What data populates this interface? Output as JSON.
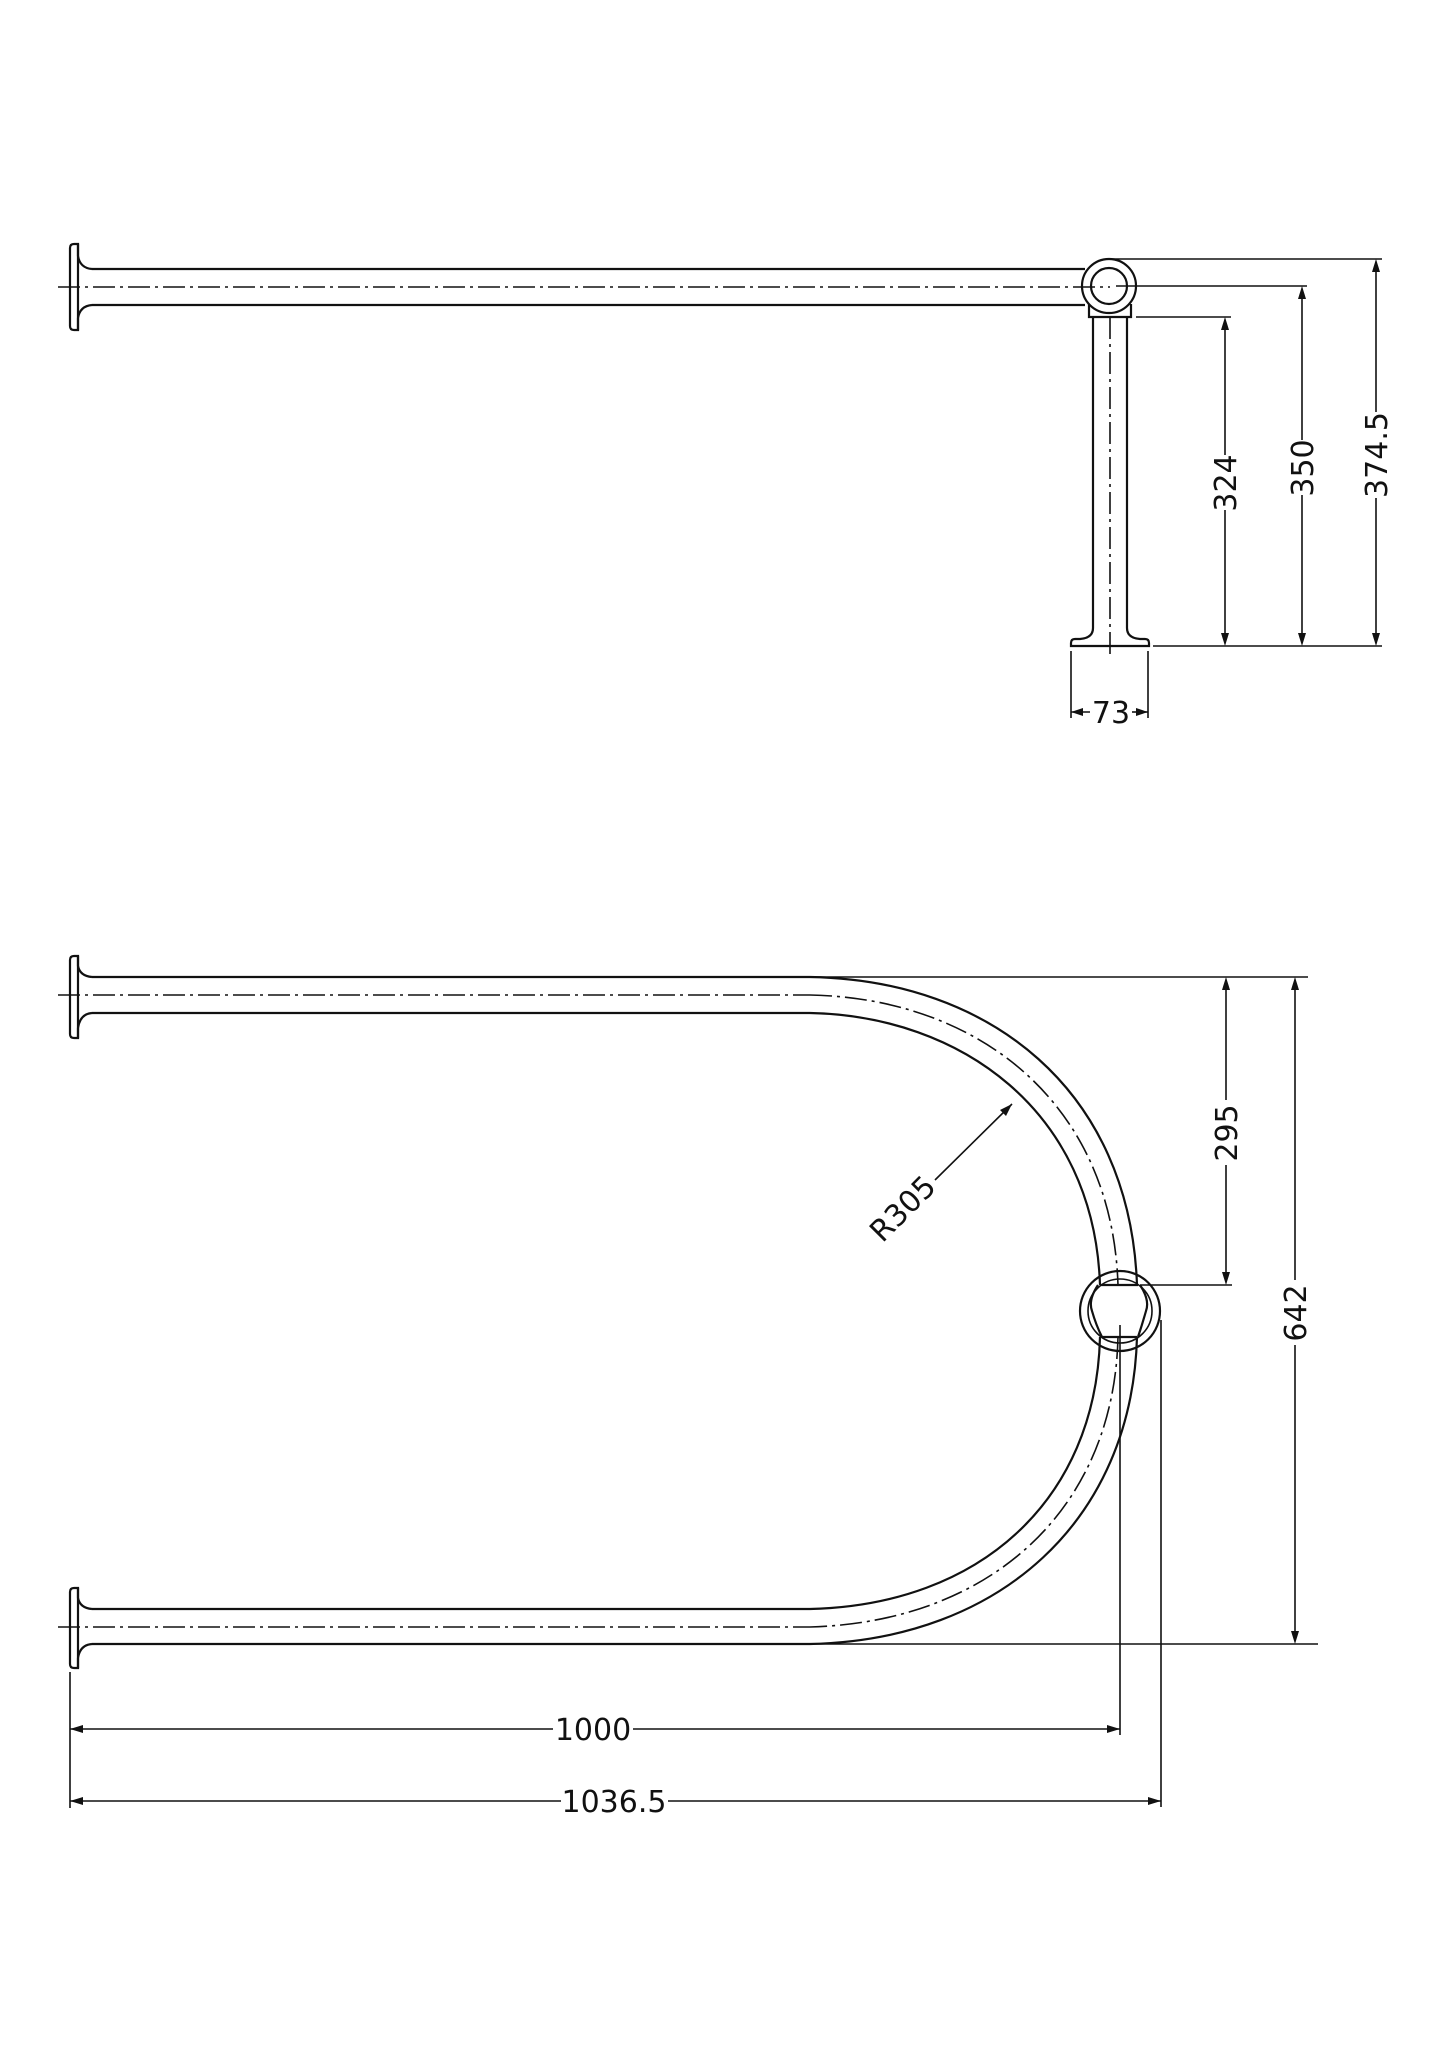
{
  "drawing": {
    "type": "technical-drawing",
    "subject": "D-shaped shower curtain rail",
    "units": "mm",
    "line_color": "#111111",
    "background": "#ffffff"
  },
  "side_view": {
    "dimensions": {
      "ceiling_to_bracket": "324",
      "ceiling_to_centerline": "350",
      "ceiling_to_top": "374.5",
      "flange_width": "73"
    }
  },
  "plan_view": {
    "dimensions": {
      "radius": "R305",
      "centerline_to_bracket": "295",
      "overall_depth": "642",
      "projection_to_center": "1000",
      "overall_projection": "1036.5"
    }
  }
}
